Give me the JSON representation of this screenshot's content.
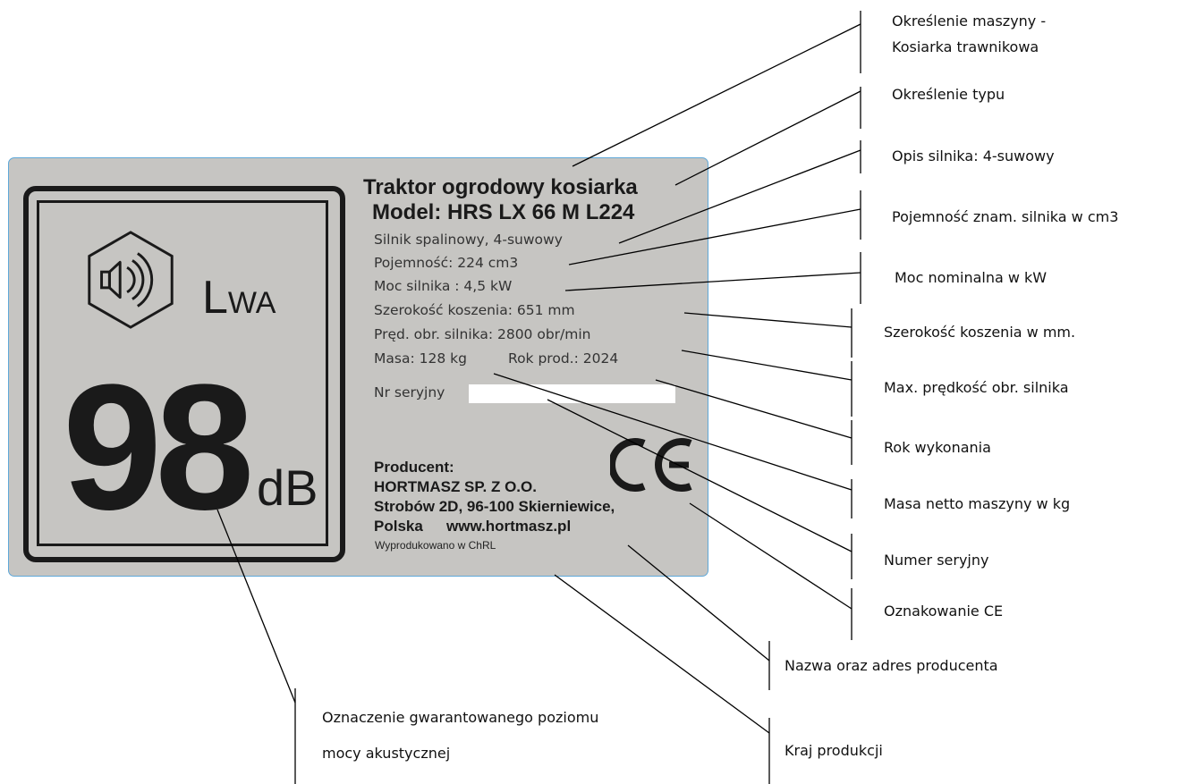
{
  "plate": {
    "title": "Traktor ogrodowy kosiarka",
    "model": "Model: HRS LX 66 M L224",
    "specs": [
      "Silnik spalinowy, 4-suwowy",
      "Pojemność: 224 cm3",
      "Moc silnika : 4,5 kW",
      "Szerokość koszenia: 651 mm",
      "Pręd. obr. silnika: 2800 obr/min"
    ],
    "mass": "Masa: 128 kg",
    "year": "Rok prod.: 2024",
    "serial_label": "Nr seryjny",
    "noise": {
      "lwa_l": "L",
      "lwa_wa": "WA",
      "value": "98",
      "unit": "dB"
    },
    "manufacturer": {
      "label": "Producent:",
      "name": "HORTMASZ SP. Z O.O.",
      "address": "Strobów 2D, 96-100 Skierniewice,",
      "country": "Polska",
      "website": "www.hortmasz.pl"
    },
    "made_in": "Wyprodukowano w ChRL",
    "colors": {
      "plate": "#c6c5c2",
      "plate_border": "#5fa8d8",
      "print": "#1a1a1a"
    },
    "icons": [
      "sound-power-hexagon-icon",
      "ce-mark-icon"
    ]
  },
  "annotations": {
    "machine_designation_1": "Określenie maszyny -",
    "machine_designation_2": "Kosiarka trawnikowa",
    "type_designation": "Określenie typu",
    "engine_description": "Opis silnika: 4-suwowy",
    "engine_capacity": "Pojemność znam. silnika w cm3",
    "nominal_power": "Moc nominalna w kW",
    "cutting_width": "Szerokość koszenia w mm.",
    "max_speed": "Max. prędkość obr. silnika",
    "production_year": "Rok wykonania",
    "net_mass": "Masa netto maszyny w kg",
    "serial_number": "Numer seryjny",
    "ce_marking": "Oznakowanie CE",
    "manufacturer": "Nazwa oraz adres producenta",
    "noise_level_1": "Oznaczenie gwarantowanego poziomu",
    "noise_level_2": "mocy akustycznej",
    "country_of_origin": "Kraj produkcji"
  }
}
